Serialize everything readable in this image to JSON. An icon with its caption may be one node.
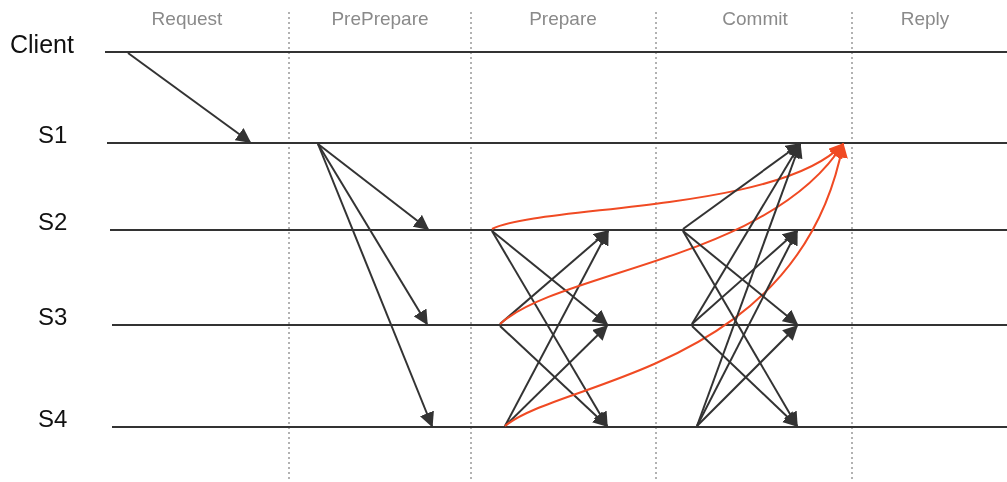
{
  "diagram": {
    "nodes": [
      {
        "text": [],
        "shape": "bar",
        "beside": [
          "Client"
        ]
      },
      {
        "text": [],
        "shape": "bar",
        "beside": [
          "S1"
        ]
      },
      {
        "text": [],
        "shape": "bar",
        "beside": [
          "S2"
        ]
      },
      {
        "text": [],
        "shape": "bar",
        "beside": [
          "S3"
        ]
      },
      {
        "text": [],
        "shape": "bar",
        "beside": [
          "S4"
        ]
      }
    ],
    "edges": [
      {
        "from": 0,
        "to": 1,
        "arrow": "to"
      },
      {
        "from": 1,
        "to": 2,
        "arrow": "to"
      },
      {
        "from": 1,
        "to": 3,
        "arrow": "to"
      },
      {
        "from": 1,
        "to": 4,
        "arrow": "to"
      },
      {
        "from": 2,
        "to": 3,
        "arrow": "to"
      },
      {
        "from": 2,
        "to": 4,
        "arrow": "to"
      },
      {
        "from": 3,
        "to": 2,
        "arrow": "to"
      },
      {
        "from": 3,
        "to": 4,
        "arrow": "to"
      },
      {
        "from": 4,
        "to": 2,
        "arrow": "to"
      },
      {
        "from": 4,
        "to": 3,
        "arrow": "to"
      },
      {
        "from": 2,
        "to": 1,
        "arrow": "to",
        "color": "#f04a23"
      },
      {
        "from": 3,
        "to": 1,
        "arrow": "to",
        "color": "#f04a23"
      },
      {
        "from": 4,
        "to": 1,
        "arrow": "to",
        "color": "#f04a23"
      },
      {
        "from": 2,
        "to": 1,
        "arrow": "to"
      },
      {
        "from": 2,
        "to": 3,
        "arrow": "to"
      },
      {
        "from": 2,
        "to": 4,
        "arrow": "to"
      },
      {
        "from": 3,
        "to": 1,
        "arrow": "to"
      },
      {
        "from": 3,
        "to": 2,
        "arrow": "to"
      },
      {
        "from": 3,
        "to": 4,
        "arrow": "to"
      },
      {
        "from": 4,
        "to": 1,
        "arrow": "to"
      },
      {
        "from": 4,
        "to": 2,
        "arrow": "to"
      },
      {
        "from": 4,
        "to": 3,
        "arrow": "to"
      }
    ],
    "labels": [
      "Request",
      "PrePrepare",
      "Prepare",
      "Commit",
      "Reply"
    ]
  }
}
